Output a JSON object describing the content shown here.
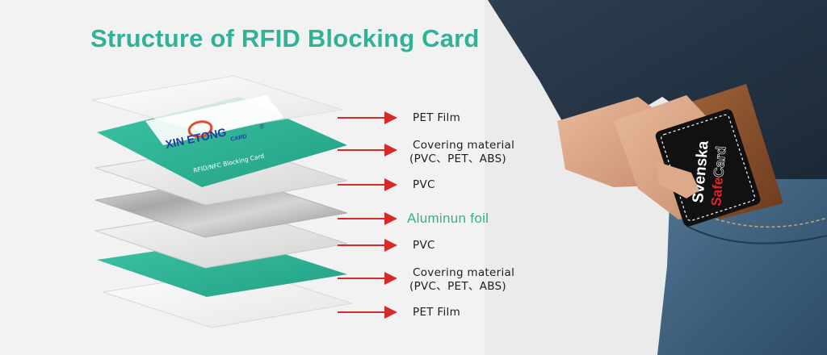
{
  "title": "Structure of RFID Blocking Card",
  "card_brand": {
    "logo": "XIN ETONG",
    "logo_sub": "CARD",
    "logo_mark": "®",
    "subtitle": "RFID/NFC Blocking Card"
  },
  "layers": [
    {
      "label": "PET Film"
    },
    {
      "label": "Covering material",
      "sublabel": "(PVC、PET、ABS)"
    },
    {
      "label": "PVC"
    },
    {
      "label": "Aluminun foil"
    },
    {
      "label": "PVC"
    },
    {
      "label": "Covering material",
      "sublabel": "(PVC、PET、ABS)"
    },
    {
      "label": "PET Film"
    }
  ],
  "photo_card": {
    "brand_line1": "Svenska",
    "brand_line2_a": "Safe",
    "brand_line2_b": "Card"
  },
  "colors": {
    "accent": "#2fb296",
    "card_green": "#2fb296",
    "arrow_red": "#d42a2a",
    "foil_grey": "#9a9a9a"
  }
}
